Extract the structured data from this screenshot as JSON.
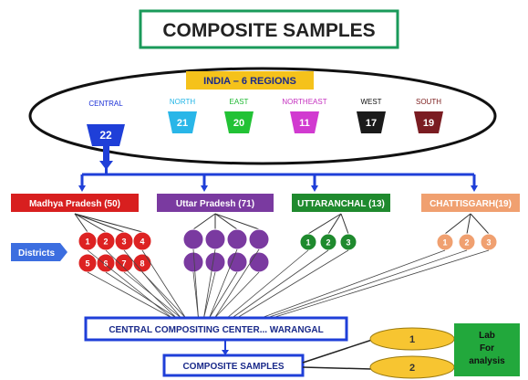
{
  "title": "COMPOSITE SAMPLES",
  "banner": "INDIA – 6 REGIONS",
  "regions": [
    {
      "name": "CENTRAL",
      "count": "22",
      "name_color": "#1a2fd6",
      "fill": "#1f3fd8"
    },
    {
      "name": "NORTH",
      "count": "21",
      "name_color": "#21b5e6",
      "fill": "#29b6e8"
    },
    {
      "name": "EAST",
      "count": "20",
      "name_color": "#1fb832",
      "fill": "#22c235"
    },
    {
      "name": "NORTHEAST",
      "count": "11",
      "name_color": "#c42fbf",
      "fill": "#d13ad0"
    },
    {
      "name": "WEST",
      "count": "17",
      "name_color": "#111111",
      "fill": "#1a1a1a"
    },
    {
      "name": "SOUTH",
      "count": "19",
      "name_color": "#7a1a1a",
      "fill": "#7a1c22"
    }
  ],
  "states": [
    {
      "label": "Madhya Pradesh (50)",
      "fill": "#d81f1f",
      "circle_color": "#dd2222",
      "circles": [
        "1",
        "2",
        "3",
        "4",
        "5",
        "6",
        "7",
        "8"
      ]
    },
    {
      "label": "Uttar Pradesh (71)",
      "fill": "#7a3aa0",
      "circle_color": "#7a3aa0",
      "circles": [
        "",
        "",
        "",
        "",
        "",
        "",
        "",
        ""
      ]
    },
    {
      "label": "UTTARANCHAL (13)",
      "fill": "#1f8a2e",
      "circle_color": "#1f8a2e",
      "circles": [
        "1",
        "2",
        "3"
      ]
    },
    {
      "label": "CHATTISGARH(19)",
      "fill": "#f0a070",
      "circle_color": "#f0a070",
      "circles": [
        "1",
        "2",
        "3"
      ]
    }
  ],
  "districts_label": "Districts",
  "central_center": "CENTRAL COMPOSITING CENTER... WARANGAL",
  "composite_samples": "COMPOSITE SAMPLES",
  "ovals": [
    "1",
    "2"
  ],
  "analysis_box": {
    "line1": "Lab",
    "line2": "For",
    "line3": "analysis"
  },
  "colors": {
    "title_border": "#1a9a5a",
    "banner_bg": "#f5c21b",
    "connector": "#1f3fd8",
    "oval_fill": "#f7c531",
    "analysis_bg": "#22a83c",
    "box_border": "#1f3fd8"
  }
}
